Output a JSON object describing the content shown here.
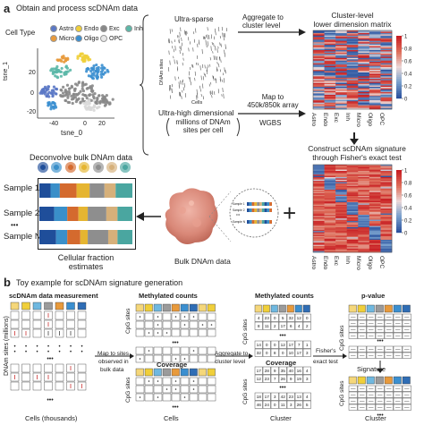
{
  "panel_a": {
    "label": "a",
    "title": "Obtain and process scDNAm data",
    "legend_title": "Cell Type",
    "legend_items": [
      {
        "name": "Astro",
        "color": "#5b78c5"
      },
      {
        "name": "Endo",
        "color": "#f0cf3a"
      },
      {
        "name": "Exc",
        "color": "#888888"
      },
      {
        "name": "Inh",
        "color": "#5cb8a8"
      },
      {
        "name": "Micro",
        "color": "#e89a3c"
      },
      {
        "name": "Oligo",
        "color": "#3b8fd0"
      },
      {
        "name": "OPC",
        "color": "#e8e8e8"
      }
    ],
    "tsne": {
      "xlabel": "tsne_0",
      "ylabel": "tsne_1",
      "xticks": [
        "-40",
        "0",
        "20"
      ],
      "yticks": [
        "20",
        "0",
        "-20"
      ]
    },
    "ultra_sparse": "Ultra-sparse",
    "dnam_sites": "DNAm sites",
    "cells": "Cells",
    "ultra_high": "Ultra-high dimensional",
    "millions_line1": "millions of DNAm",
    "millions_line2": "sites per cell",
    "aggregate_line1": "Aggregate to",
    "aggregate_line2": "cluster level",
    "map_line1": "Map to",
    "map_line2": "450k/850k array",
    "wgbs": "WGBS",
    "cluster_title_line1": "Cluster-level",
    "cluster_title_line2": "lower dimension matrix",
    "signature_title_line1": "Construct scDNAm signature",
    "signature_title_line2": "through Fisher's exact test",
    "colorbar_ticks": [
      "1",
      "0.8",
      "0.6",
      "0.4",
      "0.2",
      "0"
    ],
    "cell_types": [
      "Astro",
      "Endo",
      "Exc",
      "Inh",
      "Micro",
      "Oligo",
      "OPC"
    ],
    "deconvolve_title": "Deconvolve bulk DNAm data",
    "samples": [
      "Sample 1",
      "Sample 2",
      "Sample N"
    ],
    "dots": "•••",
    "fraction_line1": "Cellular fraction",
    "fraction_line2": "estimates",
    "bulk_label": "Bulk DNAm data",
    "zoom_samples": [
      "Sample 1",
      "Sample 2",
      "Sample N"
    ],
    "plus": "+",
    "fractions": [
      [
        0.12,
        0.1,
        0.18,
        0.14,
        0.16,
        0.12,
        0.18
      ],
      [
        0.16,
        0.14,
        0.12,
        0.1,
        0.2,
        0.12,
        0.16
      ],
      [
        0.18,
        0.12,
        0.14,
        0.08,
        0.22,
        0.1,
        0.16
      ]
    ],
    "bar_colors": [
      "#1f4e9a",
      "#3a8fc9",
      "#d46a2e",
      "#e5b531",
      "#8e8e8e",
      "#d6b07a",
      "#4aa6a0"
    ]
  },
  "panel_b": {
    "label": "b",
    "title": "Toy example for scDNAm signature generation",
    "sc_measurement": "scDNAm data measurement",
    "methylated_counts": "Methylated counts",
    "coverage": "Coverage",
    "pvalue": "p-value",
    "signature": "Signature",
    "dnam_sites_millions": "DNAm sites (millions)",
    "cpg_sites": "CpG sites",
    "cells_thousands": "Cells (thousands)",
    "cells": "Cells",
    "cluster": "Cluster",
    "map_to_sites_1": "Map to sites",
    "map_to_sites_2": "observed in",
    "map_to_sites_3": "bulk data",
    "aggregate_1": "Aggregate to",
    "aggregate_2": "cluster level",
    "fisher_1": "Fisher's",
    "fisher_2": "exact test",
    "ellipsis": "•••",
    "counts_top": [
      [
        "4",
        "23",
        "0",
        "5",
        "32",
        "12",
        "0"
      ],
      [
        "8",
        "11",
        "2",
        "17",
        "6",
        "4",
        "2"
      ]
    ],
    "counts_bottom": [
      [
        "14",
        "0",
        "0",
        "12",
        "17",
        "7",
        "1"
      ],
      [
        "32",
        "0",
        "8",
        "0",
        "10",
        "17",
        "3"
      ]
    ],
    "coverage_top": [
      [
        "17",
        "28",
        "9",
        "35",
        "40",
        "16",
        "4"
      ],
      [
        "12",
        "23",
        "7",
        "26",
        "9",
        "19",
        "3"
      ]
    ],
    "coverage_bottom": [
      [
        "18",
        "17",
        "3",
        "42",
        "23",
        "13",
        "4"
      ],
      [
        "46",
        "24",
        "0",
        "11",
        "3",
        "26",
        "5"
      ]
    ]
  }
}
